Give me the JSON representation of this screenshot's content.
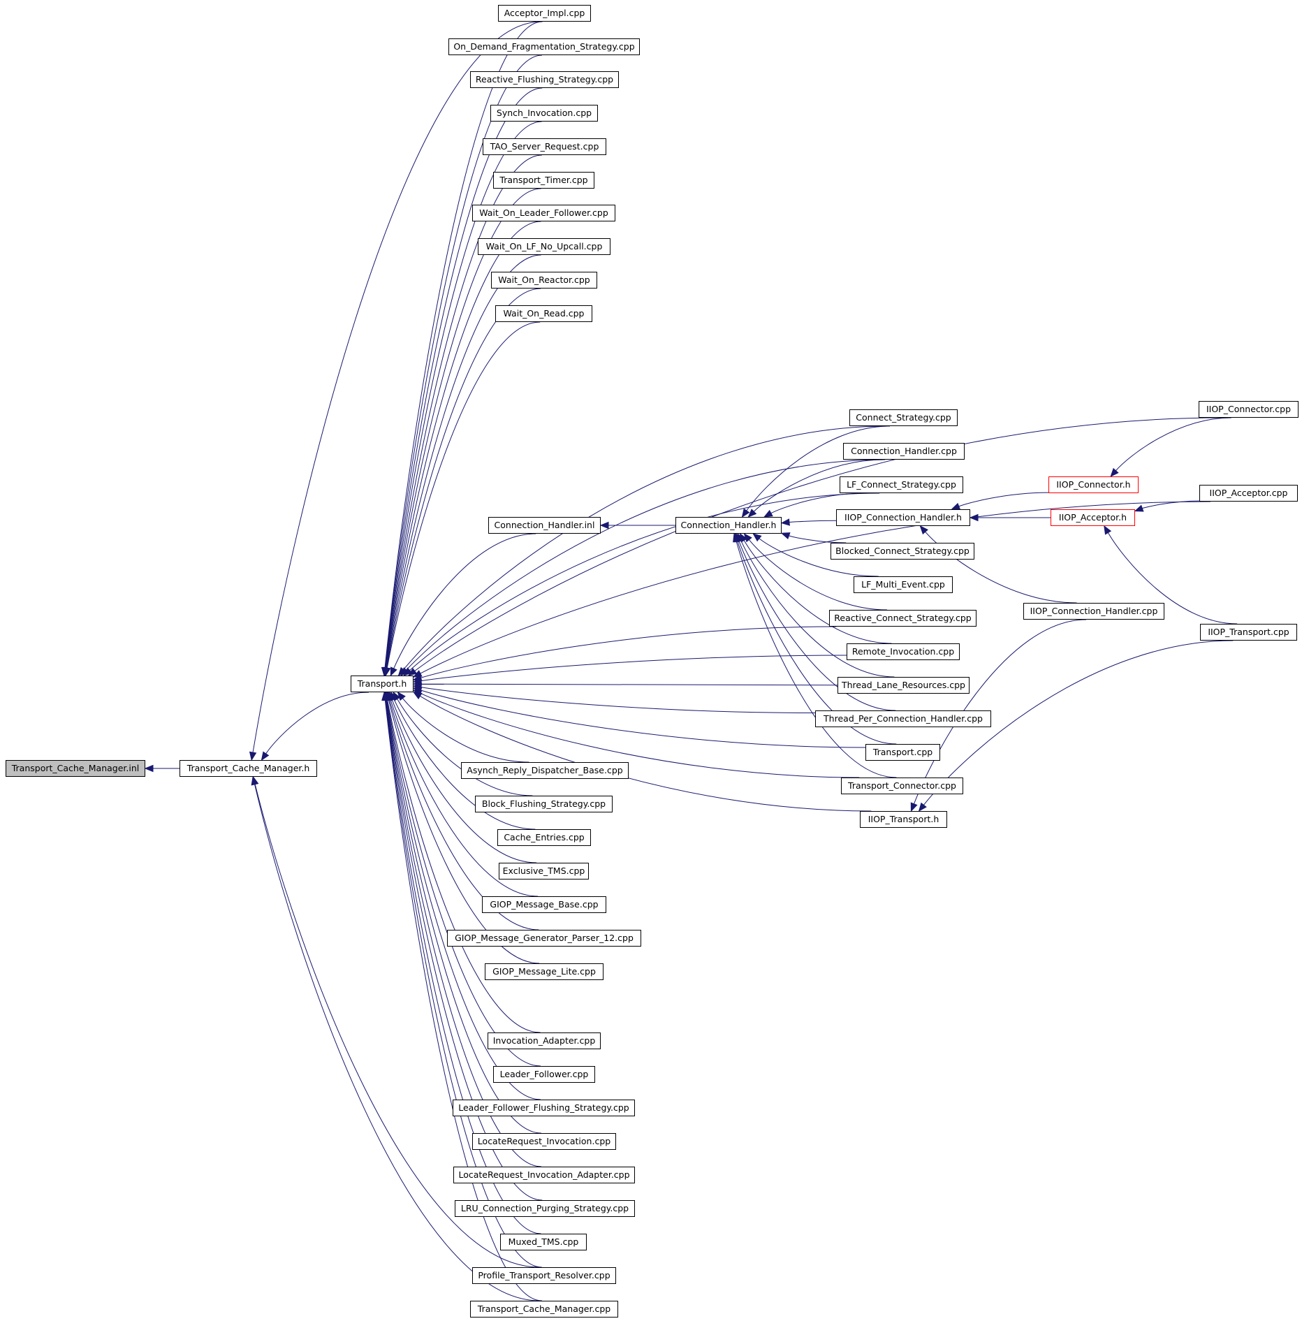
{
  "diagram": {
    "edge_color": "#191970",
    "truncated_border_color": "#ff0000",
    "root_fill": "#bfbfbf",
    "nodes": [
      {
        "id": "tcm_inl",
        "label": "Transport_Cache_Manager.inl",
        "root": true
      },
      {
        "id": "tcm_h",
        "label": "Transport_Cache_Manager.h"
      },
      {
        "id": "transport_h",
        "label": "Transport.h"
      },
      {
        "id": "acceptor_impl",
        "label": "Acceptor_Impl.cpp"
      },
      {
        "id": "odfs",
        "label": "On_Demand_Fragmentation_Strategy.cpp"
      },
      {
        "id": "rfs",
        "label": "Reactive_Flushing_Strategy.cpp"
      },
      {
        "id": "synch_inv",
        "label": "Synch_Invocation.cpp"
      },
      {
        "id": "tao_sr",
        "label": "TAO_Server_Request.cpp"
      },
      {
        "id": "t_timer",
        "label": "Transport_Timer.cpp"
      },
      {
        "id": "wolf",
        "label": "Wait_On_Leader_Follower.cpp"
      },
      {
        "id": "wolfnu",
        "label": "Wait_On_LF_No_Upcall.cpp"
      },
      {
        "id": "wor",
        "label": "Wait_On_Reactor.cpp"
      },
      {
        "id": "worr",
        "label": "Wait_On_Read.cpp"
      },
      {
        "id": "iiop_conn_cpp",
        "label": "IIOP_Connector.cpp"
      },
      {
        "id": "connect_strategy",
        "label": "Connect_Strategy.cpp"
      },
      {
        "id": "ch_cpp",
        "label": "Connection_Handler.cpp"
      },
      {
        "id": "lfcs",
        "label": "LF_Connect_Strategy.cpp"
      },
      {
        "id": "iiop_conn_h",
        "label": "IIOP_Connector.h",
        "truncated": true
      },
      {
        "id": "iiop_acc_cpp",
        "label": "IIOP_Acceptor.cpp"
      },
      {
        "id": "ch_inl",
        "label": "Connection_Handler.inl"
      },
      {
        "id": "ch_h",
        "label": "Connection_Handler.h"
      },
      {
        "id": "iiop_ch_h",
        "label": "IIOP_Connection_Handler.h"
      },
      {
        "id": "iiop_acc_h",
        "label": "IIOP_Acceptor.h",
        "truncated": true
      },
      {
        "id": "bcs",
        "label": "Blocked_Connect_Strategy.cpp"
      },
      {
        "id": "lfme",
        "label": "LF_Multi_Event.cpp"
      },
      {
        "id": "iiop_ch_cpp",
        "label": "IIOP_Connection_Handler.cpp"
      },
      {
        "id": "rcs",
        "label": "Reactive_Connect_Strategy.cpp"
      },
      {
        "id": "iiop_tr_cpp",
        "label": "IIOP_Transport.cpp"
      },
      {
        "id": "remote_inv",
        "label": "Remote_Invocation.cpp"
      },
      {
        "id": "tlr",
        "label": "Thread_Lane_Resources.cpp"
      },
      {
        "id": "tpch",
        "label": "Thread_Per_Connection_Handler.cpp"
      },
      {
        "id": "transport_cpp",
        "label": "Transport.cpp"
      },
      {
        "id": "ardb",
        "label": "Asynch_Reply_Dispatcher_Base.cpp"
      },
      {
        "id": "t_connector",
        "label": "Transport_Connector.cpp"
      },
      {
        "id": "bfs",
        "label": "Block_Flushing_Strategy.cpp"
      },
      {
        "id": "iiop_tr_h",
        "label": "IIOP_Transport.h"
      },
      {
        "id": "cache_entries",
        "label": "Cache_Entries.cpp"
      },
      {
        "id": "excl_tms",
        "label": "Exclusive_TMS.cpp"
      },
      {
        "id": "giop_mb",
        "label": "GIOP_Message_Base.cpp"
      },
      {
        "id": "giop_mgp12",
        "label": "GIOP_Message_Generator_Parser_12.cpp"
      },
      {
        "id": "giop_ml",
        "label": "GIOP_Message_Lite.cpp"
      },
      {
        "id": "inv_adapter",
        "label": "Invocation_Adapter.cpp"
      },
      {
        "id": "leader_follower",
        "label": "Leader_Follower.cpp"
      },
      {
        "id": "lffs",
        "label": "Leader_Follower_Flushing_Strategy.cpp"
      },
      {
        "id": "lr_inv",
        "label": "LocateRequest_Invocation.cpp"
      },
      {
        "id": "lr_inv_adapter",
        "label": "LocateRequest_Invocation_Adapter.cpp"
      },
      {
        "id": "lru",
        "label": "LRU_Connection_Purging_Strategy.cpp"
      },
      {
        "id": "muxed_tms",
        "label": "Muxed_TMS.cpp"
      },
      {
        "id": "ptr",
        "label": "Profile_Transport_Resolver.cpp"
      },
      {
        "id": "tcm_cpp",
        "label": "Transport_Cache_Manager.cpp"
      }
    ]
  }
}
